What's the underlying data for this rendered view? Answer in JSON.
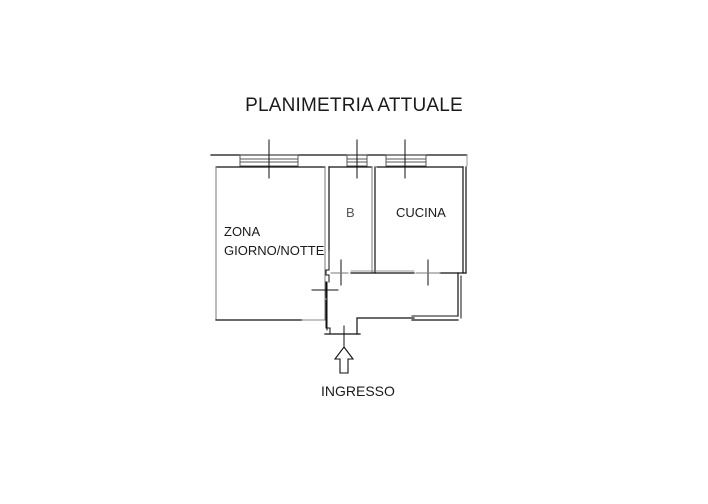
{
  "title": "PLANIMETRIA ATTUALE",
  "rooms": [
    {
      "name": "zona-giorno-notte",
      "line1": "ZONA",
      "line2": "GIORNO/NOTTE"
    },
    {
      "name": "bagno",
      "label": "B"
    },
    {
      "name": "cucina",
      "label": "CUCINA"
    }
  ],
  "entrance": {
    "label": "INGRESSO",
    "icon": "arrow-up-icon"
  },
  "colors": {
    "wall": "#111111",
    "thin_wall": "#777777",
    "text": "#1a1a1a"
  }
}
